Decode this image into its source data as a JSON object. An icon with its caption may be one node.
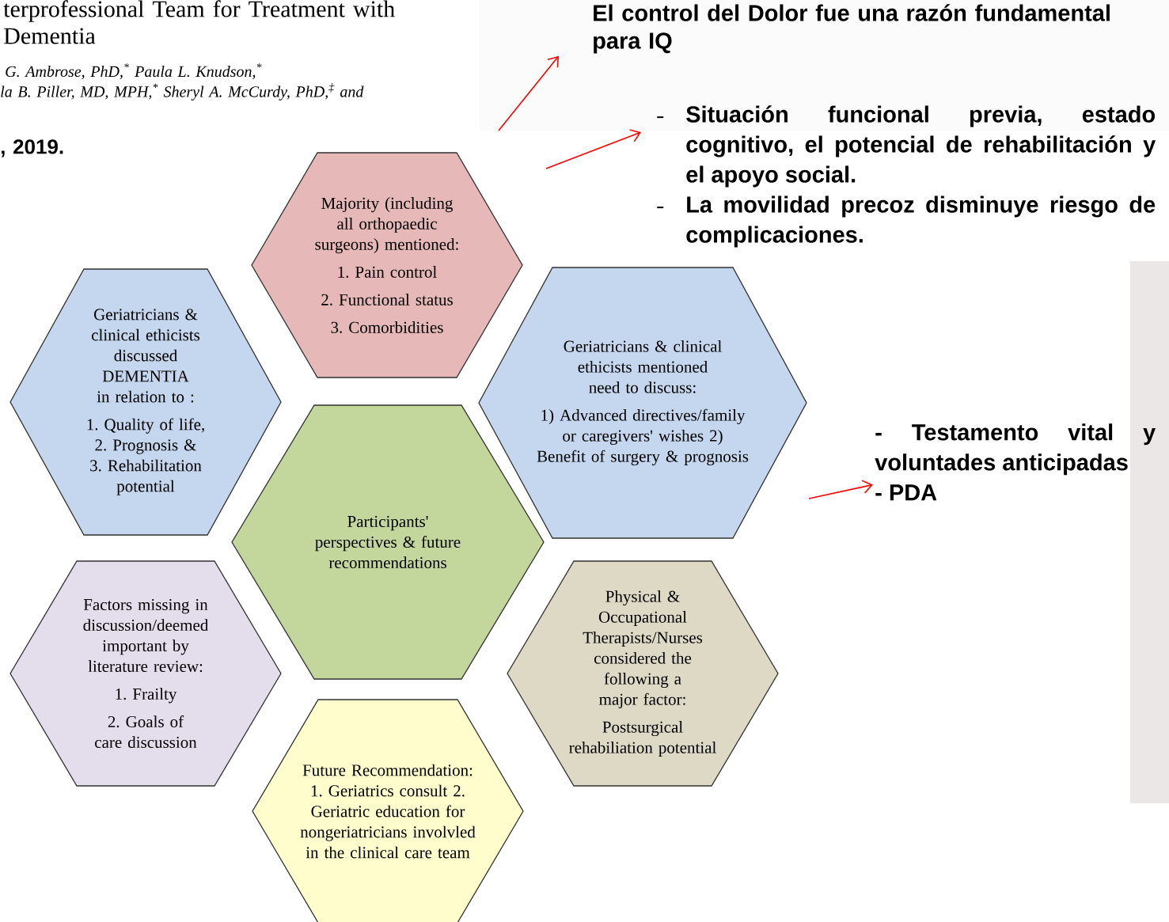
{
  "diagram": {
    "nodes": [
      {
        "text": [
          "El control del Dolor fue una razón fundamental para IQ"
        ]
      },
      {
        "text": [
          "Situación funcional previa, estado cognitivo, el potencial de rehabilitación y el apoyo social.",
          "La movilidad precoz disminuye riesgo de complicaciones."
        ]
      },
      {
        "text": [
          "Majority (including all orthopaedic surgeons) mentioned:",
          "1. Pain control",
          "2. Functional status",
          "3. Comorbidities"
        ]
      },
      {
        "text": [
          "Geriatricians & clinical ethicists discussed DEMENTIA in relation to :",
          "1. Quality of life, 2. Prognosis & 3. Rehabilitation potential"
        ]
      },
      {
        "text": [
          "Geriatricians & clinical ethicists mentioned need to discuss:",
          "1) Advanced directives/family or caregivers' wishes 2) Benefit of surgery & prognosis"
        ]
      },
      {
        "text": [
          "Participants' perspectives & future recommendations"
        ]
      },
      {
        "text": [
          "- Testamento vital y voluntades anticipadas",
          "- PDA"
        ]
      },
      {
        "text": [
          "Factors missing in discussion/deemed important by literature review:",
          "1. Frailty",
          "2. Goals of care discussion"
        ]
      },
      {
        "text": [
          "Physical & Occupational Therapists/Nurses considered the following a major factor:",
          "Postsurgical rehabiliation potential"
        ]
      },
      {
        "text": [
          "Future Recommendation: 1. Geriatrics consult 2. Geriatric education for nongeriatricians involvled in the clinical care team"
        ]
      }
    ],
    "edges": [
      {
        "from": null,
        "to": 0,
        "arrow": "to"
      },
      {
        "from": null,
        "to": 1,
        "arrow": "to"
      },
      {
        "from": null,
        "to": 6,
        "arrow": "to"
      }
    ],
    "labels": [
      "terprofessional Team for Treatment with Dementia",
      "G. Ambrose, PhD,$^{*}$ Paula L. Knudson,$^{*}$",
      "la B. Piller, MD, MPH,$^{*}$ Sheryl A. McCurdy, PhD,$^{‡}$ and",
      ", 2019."
    ]
  }
}
